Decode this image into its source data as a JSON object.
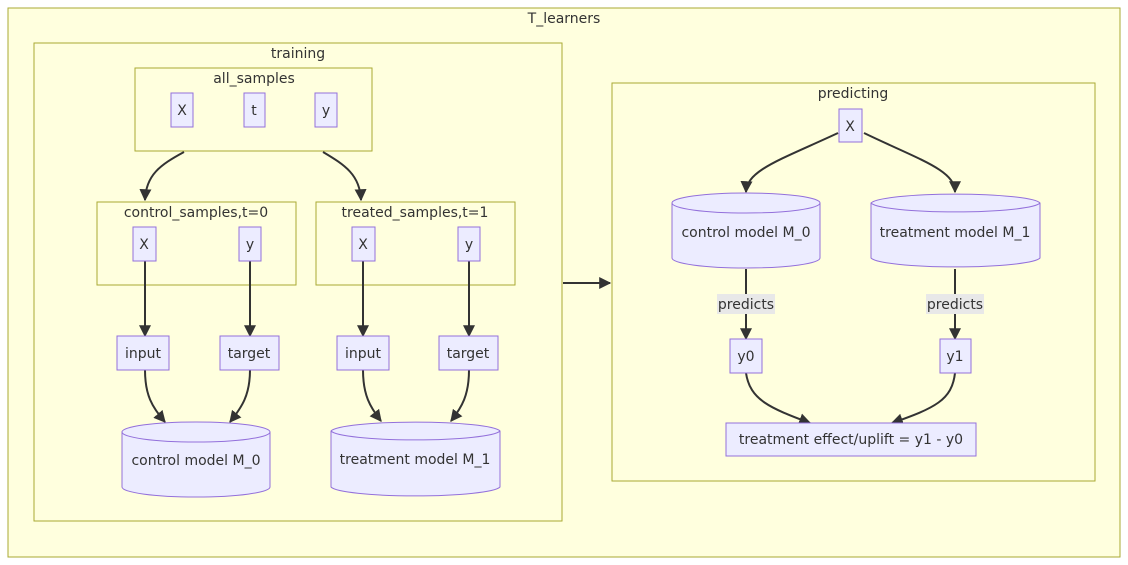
{
  "diagram": {
    "clusters": {
      "outer": "T_learners",
      "training": "training",
      "all_samples": "all_samples",
      "control_samples": "control_samples,t=0",
      "treated_samples": "treated_samples,t=1",
      "predicting": "predicting"
    },
    "nodes": {
      "all_x": "X",
      "all_t": "t",
      "all_y": "y",
      "ctrl_x": "X",
      "ctrl_y": "y",
      "trt_x": "X",
      "trt_y": "y",
      "ctrl_input": "input",
      "ctrl_target": "target",
      "trt_input": "input",
      "trt_target": "target",
      "train_m0": "control model M_0",
      "train_m1": "treatment model M_1",
      "pred_x": "X",
      "pred_m0": "control model M_0",
      "pred_m1": "treatment model M_1",
      "y0": "y0",
      "y1": "y1",
      "uplift": "treatment effect/uplift = y1 - y0"
    },
    "edge_labels": {
      "predicts_m0": "predicts",
      "predicts_m1": "predicts"
    },
    "colors": {
      "cluster_fill": "#ffffde",
      "cluster_stroke": "#aaaa33",
      "node_fill": "#ececff",
      "node_stroke": "#9370db",
      "edge": "#333333"
    }
  }
}
